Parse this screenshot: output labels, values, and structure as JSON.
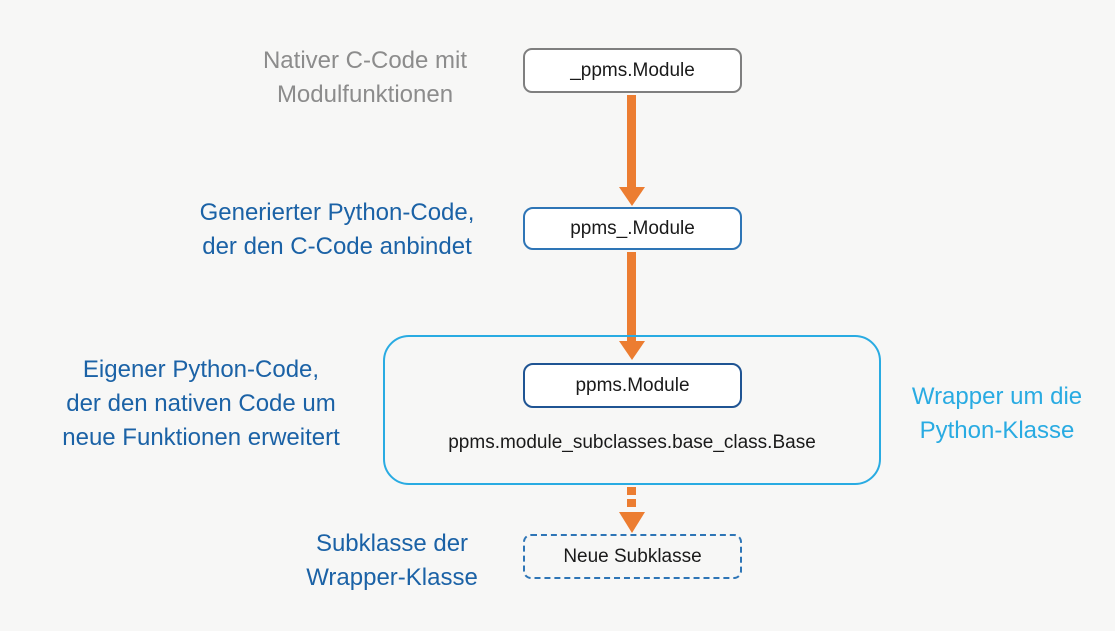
{
  "diagram": {
    "background": "#F7F7F6",
    "colors": {
      "arrow_orange": "#EC7D31",
      "node_gray_border": "#7F7F7F",
      "node_blue_border": "#2E75B6",
      "node_navy_border": "#1F5493",
      "wrapper_cyan_border": "#29ABE2",
      "label_gray_text": "#8C8C8C",
      "label_blue_text": "#1B62A6",
      "label_cyan_text": "#29ABE2",
      "node_text": "#1A1A1A"
    },
    "nodes": {
      "native": {
        "label": "_ppms.Module"
      },
      "generated": {
        "label": "ppms_.Module"
      },
      "wrapper": {
        "label": "ppms.Module"
      },
      "base_class": {
        "label": "ppms.module_subclasses.base_class.Base"
      },
      "subclass": {
        "label": "Neue Subklasse"
      }
    },
    "side_labels": {
      "native": {
        "lines": [
          "Nativer C-Code mit",
          "Modulfunktionen"
        ]
      },
      "generated": {
        "lines": [
          "Generierter Python-Code,",
          "der den C-Code anbindet"
        ]
      },
      "own": {
        "lines": [
          "Eigener Python-Code,",
          "der den nativen Code um",
          "neue Funktionen erweitert"
        ]
      },
      "subclass": {
        "lines": [
          "Subklasse der",
          "Wrapper-Klasse"
        ]
      },
      "wrapper_right": {
        "lines": [
          "Wrapper um die",
          "Python-Klasse"
        ]
      }
    }
  }
}
